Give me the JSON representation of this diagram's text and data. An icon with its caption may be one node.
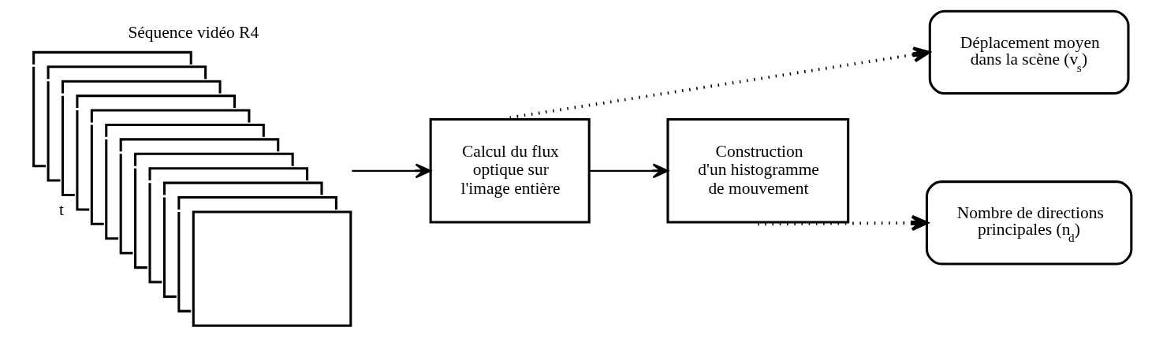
{
  "diagram": {
    "nodes": [
      {
        "text": [
          "Séquence vidéo R4",
          "t"
        ]
      },
      {
        "text": [
          "Calcul du flux optique sur l'image entière"
        ]
      },
      {
        "text": [
          "Construction d'un histogramme de mouvement"
        ]
      },
      {
        "text": [
          "Déplacement moyen dans la scène (v$_{s}$)"
        ]
      },
      {
        "text": [
          "Nombre de directions principales (n$_{d}$)"
        ]
      }
    ],
    "edges": [
      {
        "from": 0,
        "to": 1,
        "arrow": "to"
      },
      {
        "from": 1,
        "to": 2,
        "arrow": "to"
      },
      {
        "from": 1,
        "to": 3,
        "arrow": "to",
        "style": "dashed"
      },
      {
        "from": 2,
        "to": 4,
        "arrow": "to",
        "style": "dashed"
      }
    ]
  }
}
